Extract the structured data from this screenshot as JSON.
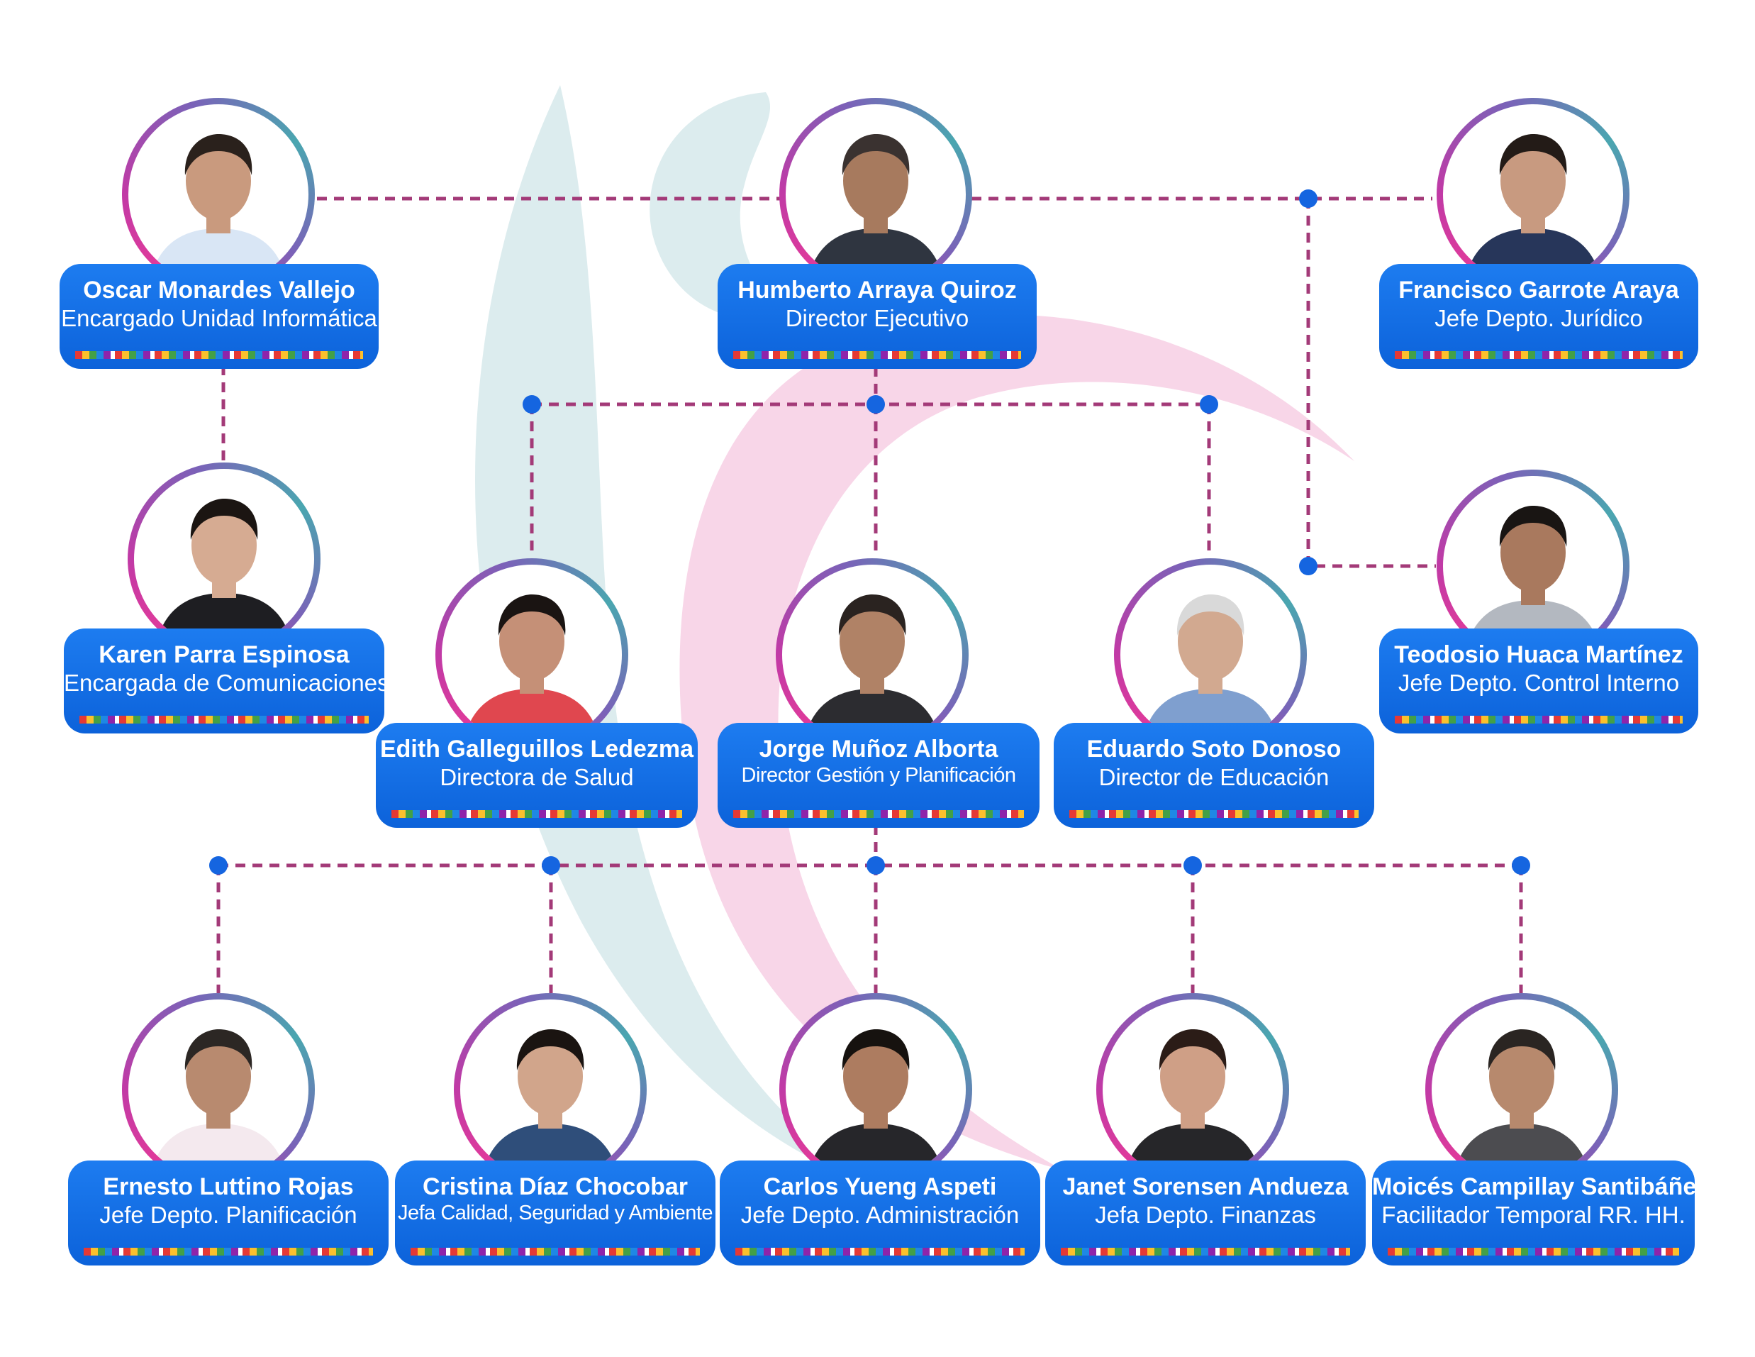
{
  "palette": {
    "card_blue": "#0f6be4",
    "connector_magenta": "#a33a78",
    "junction_blue": "#1565e0",
    "ring_pink": "#ec3a96",
    "ring_teal": "#4aa6b0",
    "watermark_teal": "#dcecee",
    "watermark_pink": "#f8d6e8"
  },
  "people": [
    {
      "id": "oscar",
      "name": "Oscar Monardes Vallejo",
      "role": "Encargado Unidad Informática",
      "shirt": "#d9e6f5",
      "skin": "#c99a7e",
      "hair": "#2a211c"
    },
    {
      "id": "humberto",
      "name": "Humberto Arraya Quiroz",
      "role": "Director Ejecutivo",
      "shirt": "#2f3540",
      "skin": "#a77a5e",
      "hair": "#3a3230"
    },
    {
      "id": "francisco",
      "name": "Francisco Garrote Araya",
      "role": "Jefe Depto. Jurídico",
      "shirt": "#27365a",
      "skin": "#c89a80",
      "hair": "#231b17"
    },
    {
      "id": "karen",
      "name": "Karen Parra Espinosa",
      "role": "Encargada de Comunicaciones",
      "shirt": "#1e1e22",
      "skin": "#d6ab92",
      "hair": "#1b1512"
    },
    {
      "id": "teodosio",
      "name": "Teodosio Huaca Martínez",
      "role": "Jefe Depto. Control Interno",
      "shirt": "#b3b8c0",
      "skin": "#a9795e",
      "hair": "#191513"
    },
    {
      "id": "edith",
      "name": "Edith Galleguillos Ledezma",
      "role": "Directora de Salud",
      "shirt": "#e0474f",
      "skin": "#c59077",
      "hair": "#1a1412"
    },
    {
      "id": "jorge",
      "name": "Jorge Muñoz Alborta",
      "role": "Director Gestión y Planificación",
      "shirt": "#2c2c30",
      "skin": "#b08266",
      "hair": "#2a2320"
    },
    {
      "id": "eduardo",
      "name": "Eduardo Soto Donoso",
      "role": "Director de Educación",
      "shirt": "#7f9fcf",
      "skin": "#d2a990",
      "hair": "#d9d9d9"
    },
    {
      "id": "ernesto",
      "name": "Ernesto Luttino Rojas",
      "role": "Jefe Depto. Planificación",
      "shirt": "#f4e9ee",
      "skin": "#b88a6f",
      "hair": "#2c2724"
    },
    {
      "id": "cristina",
      "name": "Cristina Díaz Chocobar",
      "role": "Jefa Calidad, Seguridad y Ambiente",
      "shirt": "#2f4e7a",
      "skin": "#d1a58b",
      "hair": "#1a1411"
    },
    {
      "id": "carlos",
      "name": "Carlos Yueng Aspeti",
      "role": "Jefe Depto. Administración",
      "shirt": "#26262a",
      "skin": "#ad7c60",
      "hair": "#16120f"
    },
    {
      "id": "janet",
      "name": "Janet Sorensen Andueza",
      "role": "Jefa Depto. Finanzas",
      "shirt": "#262629",
      "skin": "#cf9f86",
      "hair": "#2b1c17"
    },
    {
      "id": "moices",
      "name": "Moicés Campillay Santibáñez",
      "role": "Facilitador Temporal RR. HH.",
      "shirt": "#4c4c50",
      "skin": "#b7896d",
      "hair": "#2a2522"
    }
  ]
}
